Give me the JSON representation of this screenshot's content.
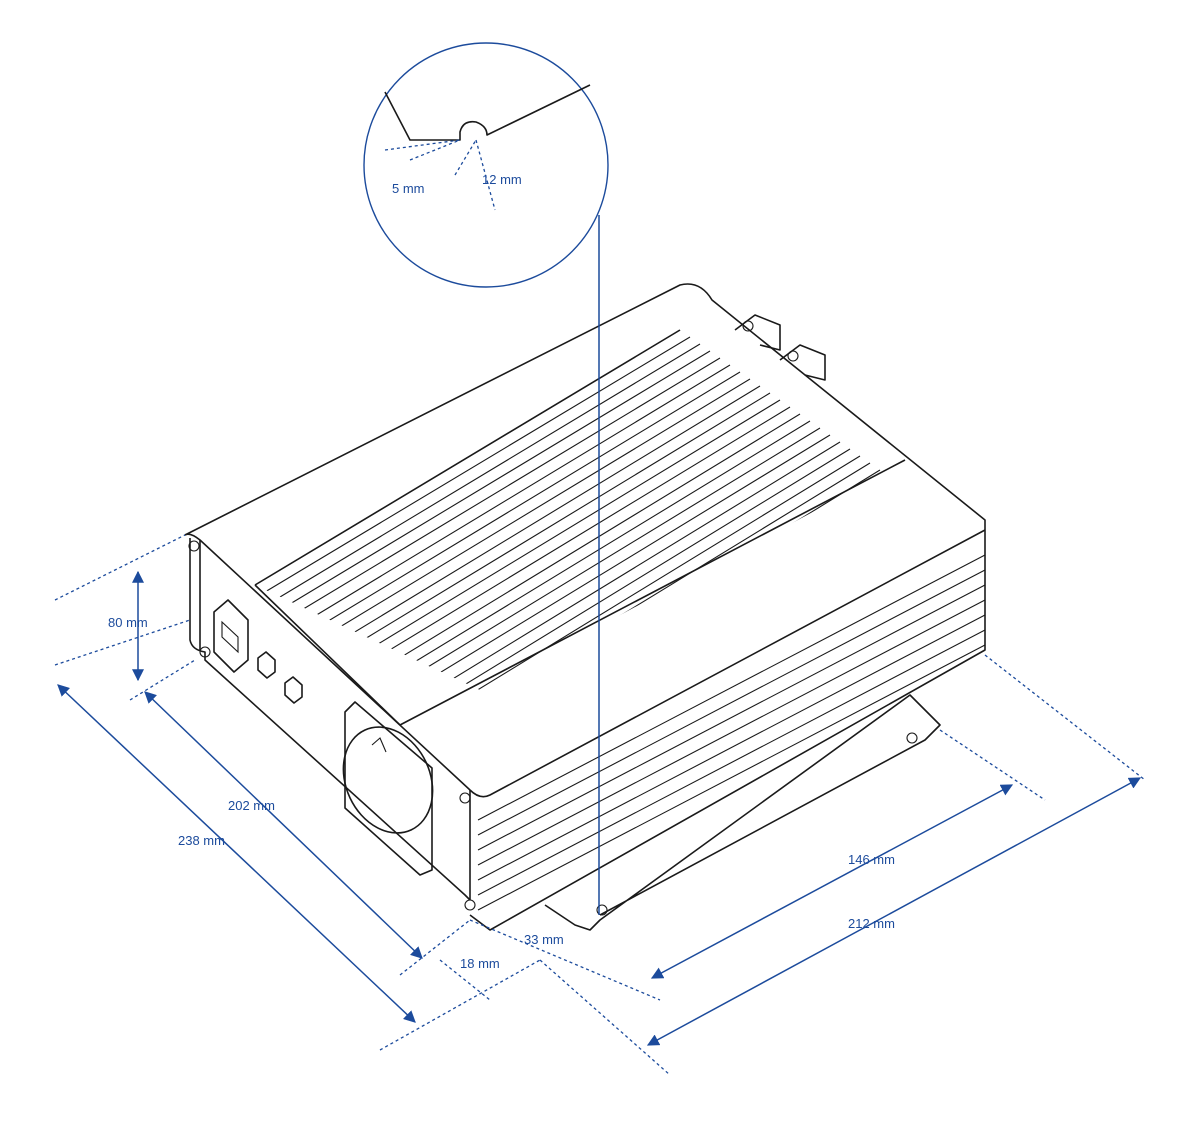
{
  "dimensions": {
    "height": "80 mm",
    "depth_inner": "202 mm",
    "depth_outer": "238 mm",
    "width_inner": "146 mm",
    "width_outer": "212 mm",
    "foot_offset_1": "18 mm",
    "foot_offset_2": "33 mm",
    "slot_depth": "5 mm",
    "slot_width": "12 mm"
  },
  "colors": {
    "dimension": "#1c4b9c",
    "outline": "#1a1a1a",
    "background": "#ffffff"
  }
}
